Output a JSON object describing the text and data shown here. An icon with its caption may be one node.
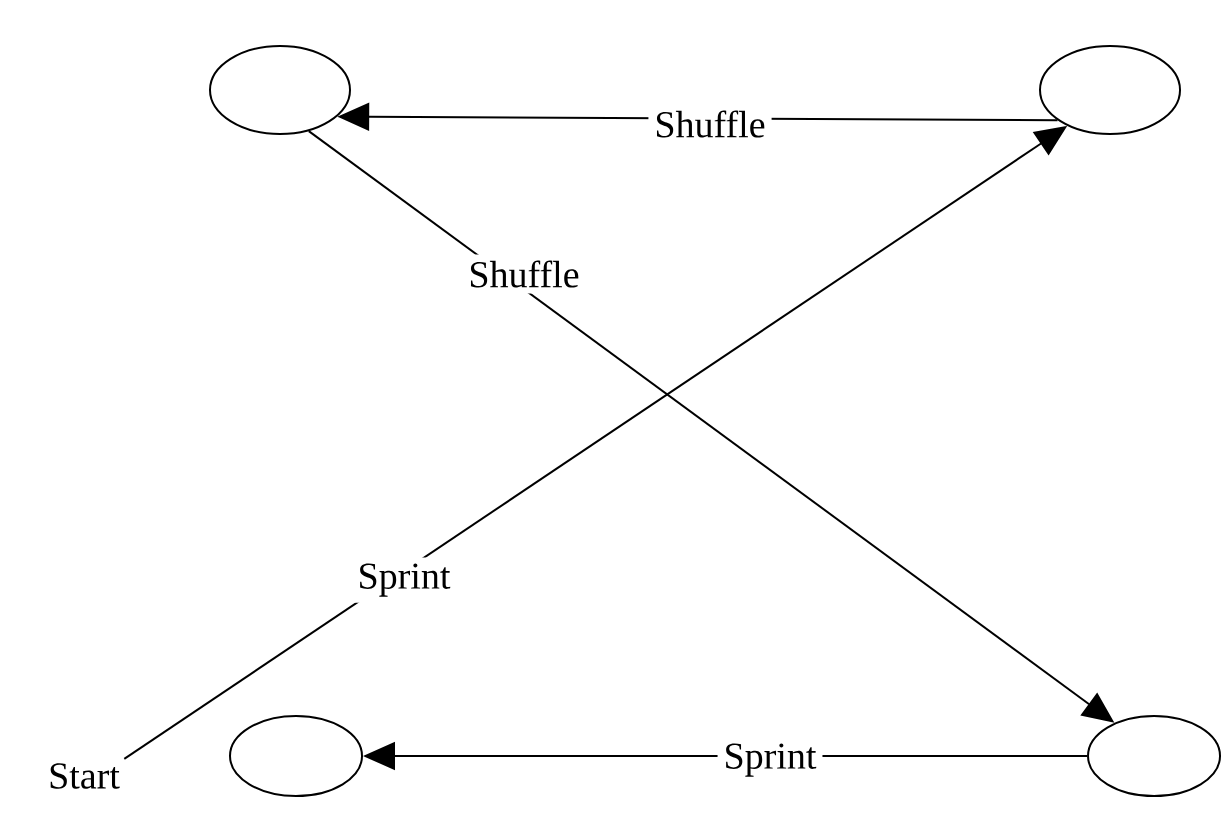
{
  "diagram": {
    "nodes": [
      {
        "text": [],
        "shape": "circle"
      },
      {
        "text": [],
        "shape": "circle"
      },
      {
        "text": [
          "Start"
        ]
      },
      {
        "text": [],
        "shape": "circle"
      },
      {
        "text": [],
        "shape": "circle"
      }
    ],
    "edges": [
      {
        "from": 1,
        "to": 0,
        "arrow": "to",
        "label": "Shuffle"
      },
      {
        "from": 0,
        "to": 4,
        "arrow": "to",
        "label": "Shuffle"
      },
      {
        "from": 2,
        "to": 1,
        "arrow": "to",
        "label": "Sprint"
      },
      {
        "from": 4,
        "to": 3,
        "arrow": "to",
        "label": "Sprint"
      }
    ]
  }
}
